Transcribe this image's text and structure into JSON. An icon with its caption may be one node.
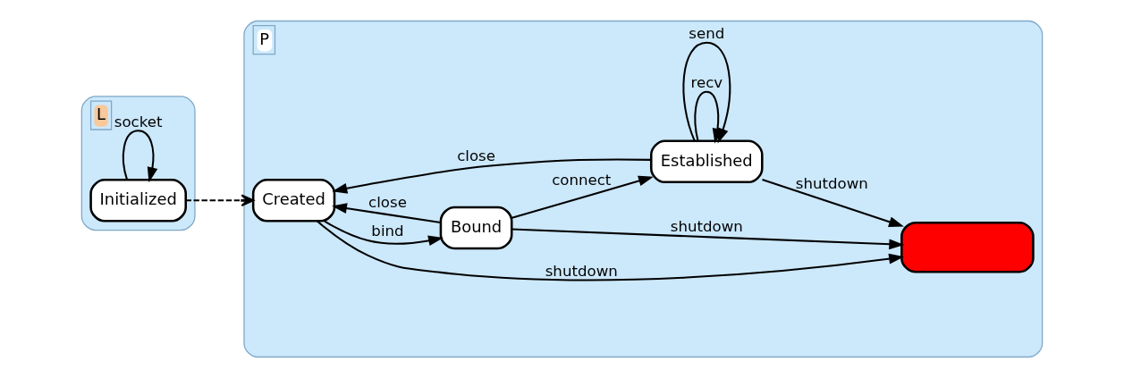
{
  "diagram": {
    "nodes": [
      {
        "text": [
          "L"
        ]
      },
      {
        "text": [
          "Initialized"
        ],
        "in": 0
      },
      {
        "text": [
          "P"
        ]
      },
      {
        "text": [
          "Created"
        ],
        "in": 2
      },
      {
        "text": [
          "Bound"
        ],
        "in": 2
      },
      {
        "text": [
          "Established"
        ],
        "in": 2
      },
      {
        "text": [],
        "shape": "box",
        "in": 2
      }
    ],
    "edges": [
      {
        "from": 1,
        "to": 1,
        "arrow": "to",
        "label": "socket"
      },
      {
        "from": 1,
        "to": 3,
        "arrow": "to",
        "style": "dashed"
      },
      {
        "from": 3,
        "to": 4,
        "arrow": "to",
        "label": "bind"
      },
      {
        "from": 4,
        "to": 5,
        "arrow": "to",
        "label": "connect"
      },
      {
        "from": 5,
        "to": 3,
        "arrow": "to",
        "label": "close"
      },
      {
        "from": 5,
        "to": 5,
        "arrow": "to",
        "label": "recv"
      },
      {
        "from": 5,
        "to": 5,
        "arrow": "to",
        "label": "send"
      },
      {
        "from": 4,
        "to": 3,
        "arrow": "to",
        "label": "close"
      },
      {
        "from": 3,
        "to": 6,
        "arrow": "to",
        "label": "shutdown"
      },
      {
        "from": 4,
        "to": 6,
        "arrow": "to",
        "label": "shutdown"
      },
      {
        "from": 5,
        "to": 6,
        "arrow": "to",
        "label": "shutdown"
      }
    ]
  }
}
